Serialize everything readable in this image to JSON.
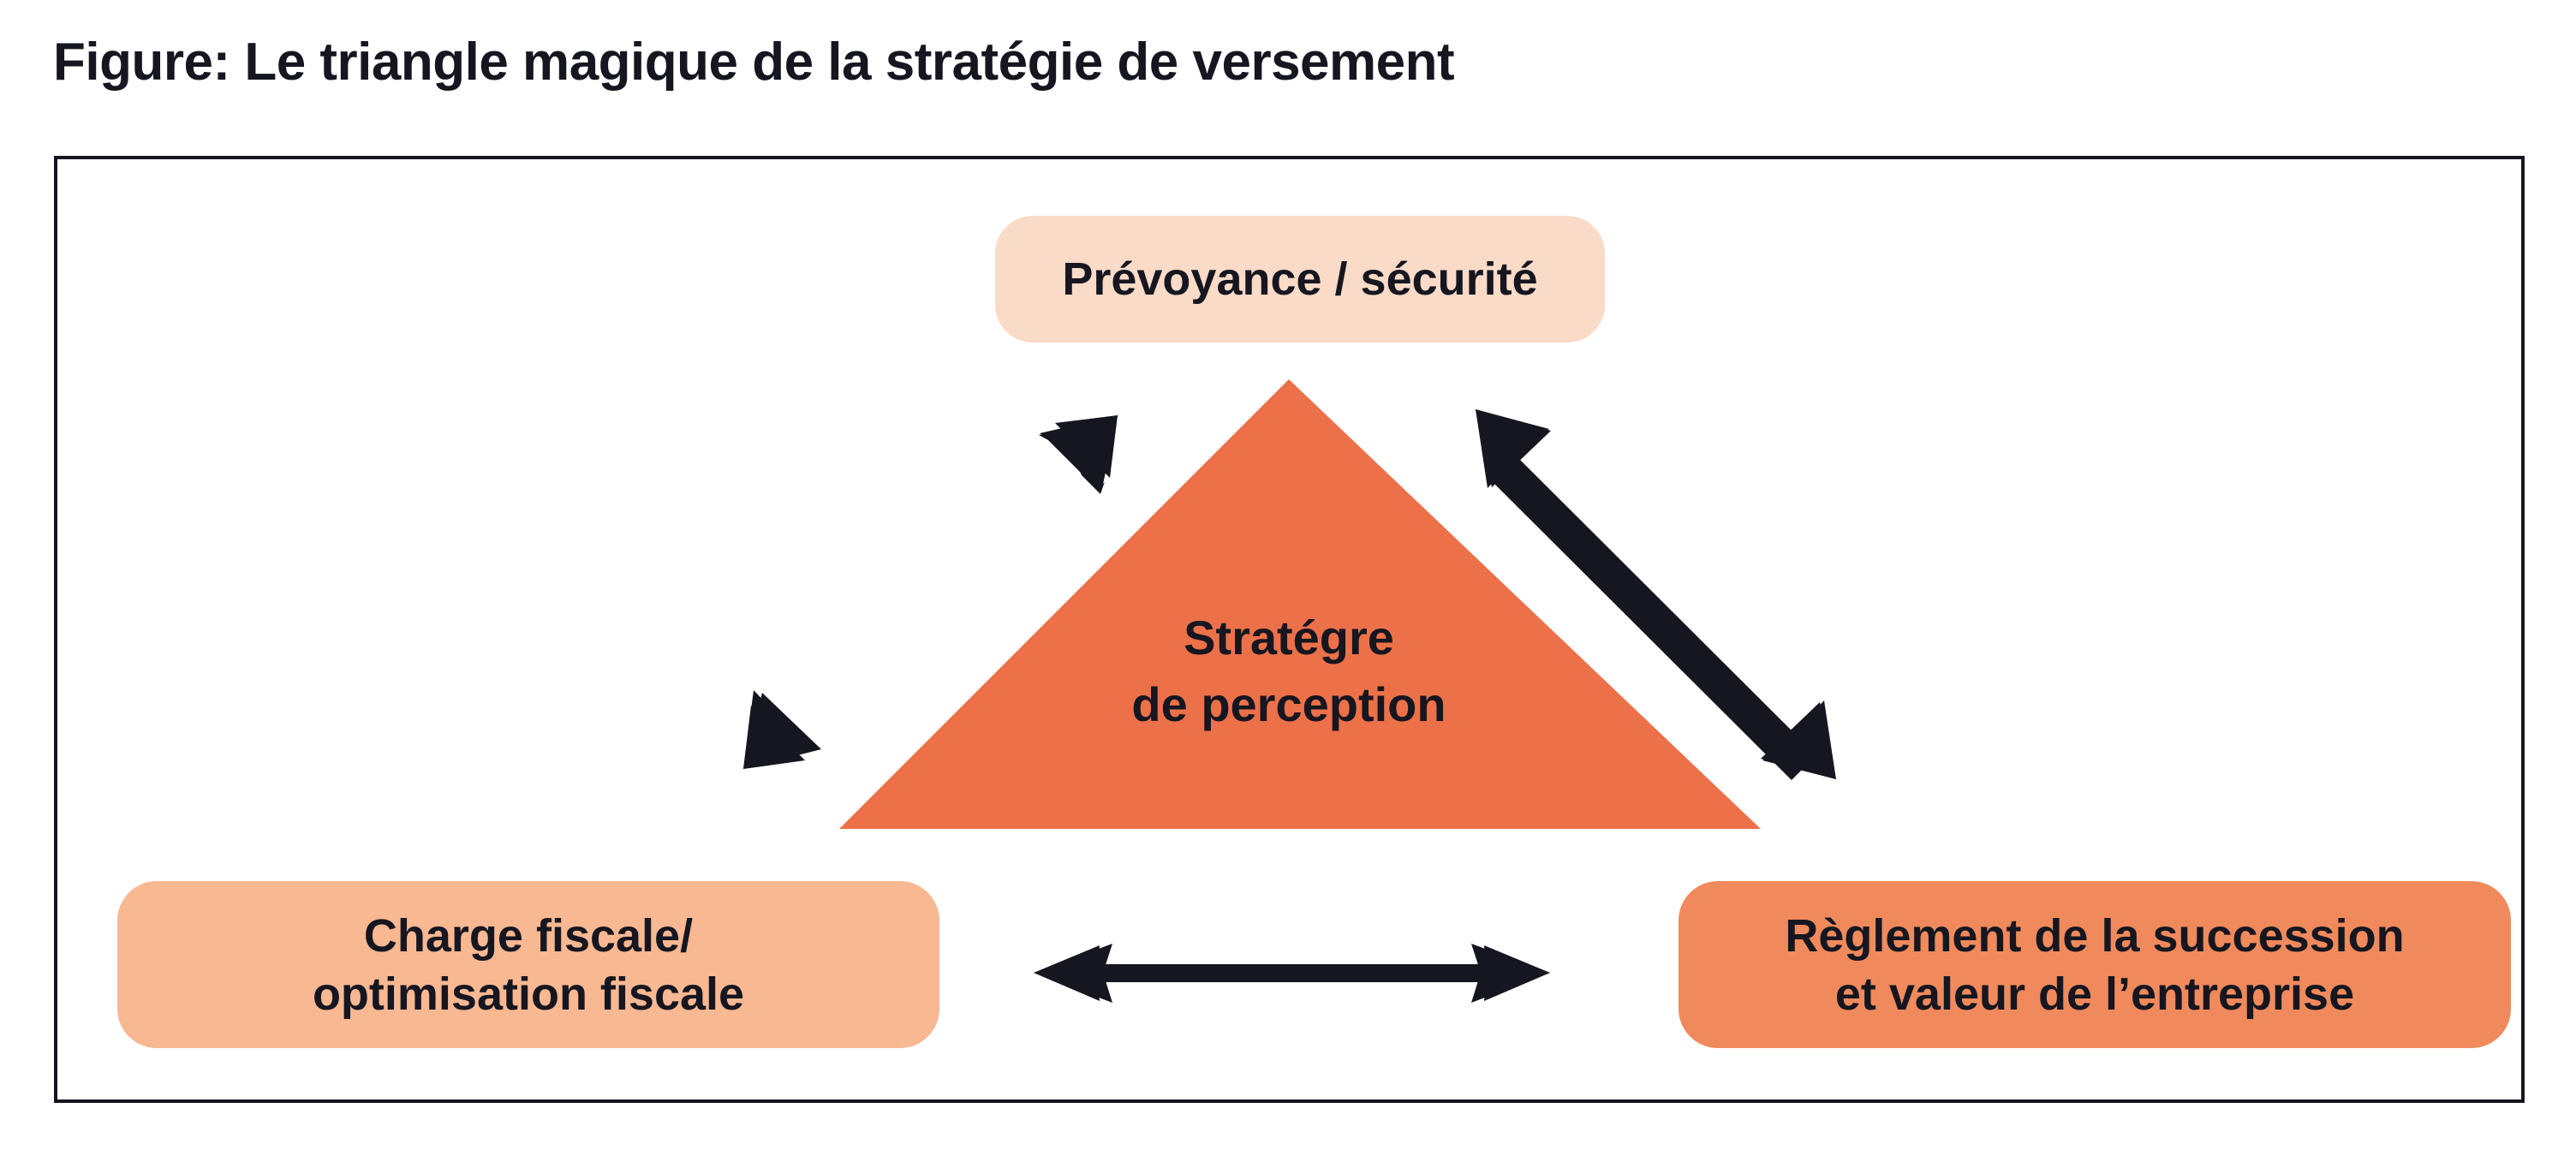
{
  "figure": {
    "caption": "Figure: Le triangle magique de la stratégie de versement",
    "frame_border_color": "#161620",
    "background_color": "#ffffff"
  },
  "palette": {
    "triangle_orange": "#EC7149",
    "node_top_peach": "#FADBC8",
    "node_bottom_left_peach": "#F7B892",
    "node_bottom_right_orange": "#F08A5C",
    "text_dark": "#161620",
    "arrow_dark": "#161620"
  },
  "diagram": {
    "type": "triangle-relationship-diagram",
    "center": {
      "name": "strategy-triangle",
      "shape": "triangle",
      "fill": "#EC7149",
      "label_lines": [
        "Stratégre",
        "de perception"
      ]
    },
    "nodes": [
      {
        "id": "top",
        "name": "prevoyance-securite",
        "label_lines": [
          "Prévoyance / sécurité"
        ],
        "fill": "#FADBC8"
      },
      {
        "id": "bottom-left",
        "name": "charge-fiscale",
        "label_lines": [
          "Charge fiscale/",
          "optimisation fiscale"
        ],
        "fill": "#F7B892"
      },
      {
        "id": "bottom-right",
        "name": "reglement-succession",
        "label_lines": [
          "Règlement de la succession",
          "et valeur de l’entreprise"
        ],
        "fill": "#F08A5C"
      }
    ],
    "connectors": [
      {
        "name": "arrow-top-left-diagonal",
        "style": "double-headed",
        "from": "bottom-left",
        "to": "top"
      },
      {
        "name": "arrow-top-right-diagonal",
        "style": "double-headed",
        "from": "top",
        "to": "bottom-right"
      },
      {
        "name": "arrow-bottom-horizontal",
        "style": "double-headed",
        "from": "bottom-left",
        "to": "bottom-right"
      }
    ]
  }
}
